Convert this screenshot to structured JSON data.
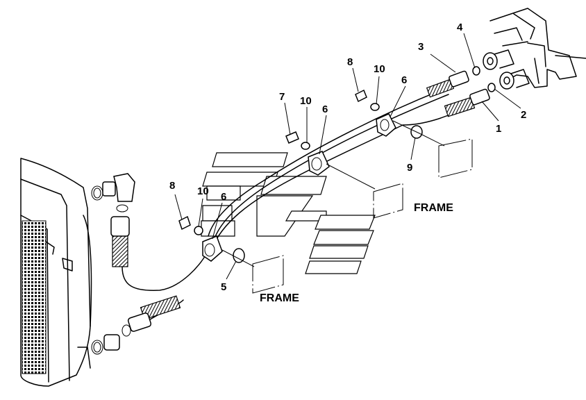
{
  "callouts": {
    "c1": "1",
    "c2": "2",
    "c3": "3",
    "c4": "4",
    "c5": "5",
    "c6a": "6",
    "c6b": "6",
    "c6c": "6",
    "c7": "7",
    "c8a": "8",
    "c8b": "8",
    "c9": "9",
    "c10a": "10",
    "c10b": "10",
    "c10c": "10"
  },
  "frame_labels": {
    "upper": "FRAME",
    "lower": "FRAME"
  }
}
